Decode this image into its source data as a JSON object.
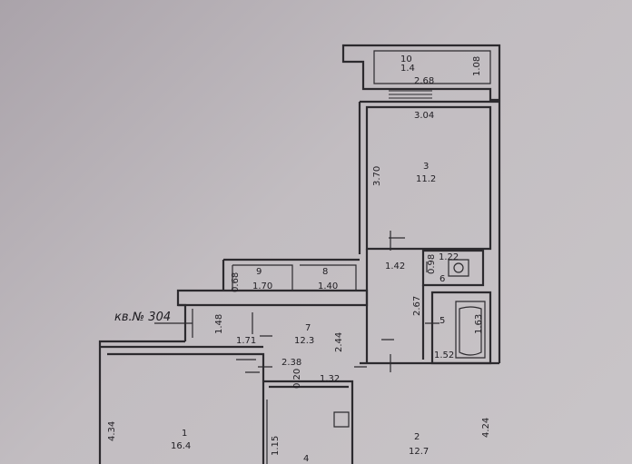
{
  "apartment_label": "кв.№ 304",
  "rooms": [
    {
      "number": "10",
      "area": "1.4"
    },
    {
      "number": "3",
      "area": "11.2"
    },
    {
      "number": "9",
      "area": "1.70"
    },
    {
      "number": "8",
      "area": "1.40"
    },
    {
      "number": "7",
      "area": "12.3"
    },
    {
      "number": "6",
      "area": ""
    },
    {
      "number": "5",
      "area": ""
    },
    {
      "number": "2",
      "area": "12.7"
    },
    {
      "number": "1",
      "area": "16.4"
    },
    {
      "number": "4",
      "area": ""
    }
  ],
  "dimensions": {
    "d268": "2.68",
    "d108": "1.08",
    "d304": "3.04",
    "d370": "3.70",
    "d122": "1.22",
    "d142": "1.42",
    "d098": "0.98",
    "d068": "0.68",
    "d267": "2.67",
    "d163": "1.63",
    "d152": "1.52",
    "d148": "1.48",
    "d171": "1.71",
    "d244": "2.44",
    "d238": "2.38",
    "d020": "0.20",
    "d132": "1.32",
    "d434": "4.34",
    "d115": "1.15",
    "d424": "4.24"
  }
}
